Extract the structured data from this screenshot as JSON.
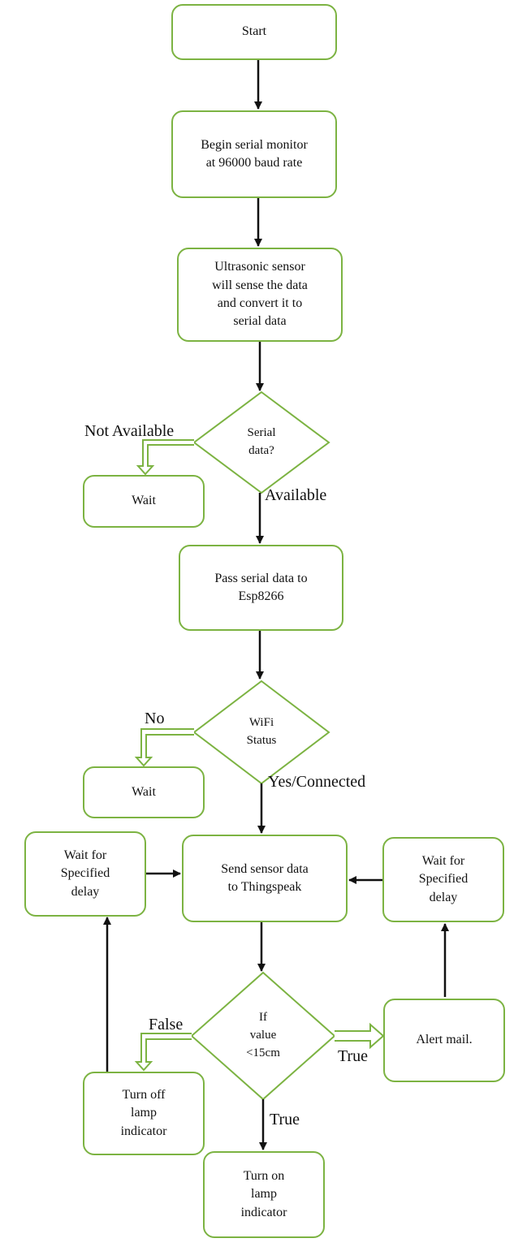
{
  "colors": {
    "shape_stroke": "#7cb342",
    "arrow": "#111111",
    "text": "#111111"
  },
  "nodes": {
    "start": "Start",
    "begin_serial": [
      "Begin serial monitor",
      "at 96000 baud rate"
    ],
    "ultrasonic": [
      "Ultrasonic sensor",
      "will sense the data",
      "and convert it to",
      "serial data"
    ],
    "serial_decision": [
      "Serial",
      "data?"
    ],
    "wait1": "Wait",
    "pass_serial": [
      "Pass serial data to",
      "Esp8266"
    ],
    "wifi_decision": [
      "WiFi",
      "Status"
    ],
    "wait2": "Wait",
    "send_data": [
      "Send sensor data",
      "to Thingspeak"
    ],
    "wait_left": [
      "Wait for",
      "Specified",
      "delay"
    ],
    "wait_right": [
      "Wait for",
      "Specified",
      "delay"
    ],
    "value_decision": [
      "If",
      "value",
      "<15cm"
    ],
    "alert": "Alert mail.",
    "lamp_off": [
      "Turn off",
      "lamp",
      "indicator"
    ],
    "lamp_on": [
      "Turn on",
      "lamp",
      "indicator"
    ]
  },
  "edge_labels": {
    "not_available": "Not Available",
    "available": "Available",
    "no": "No",
    "yes_connected": "Yes/Connected",
    "false": "False",
    "true_right": "True",
    "true_down": "True"
  }
}
